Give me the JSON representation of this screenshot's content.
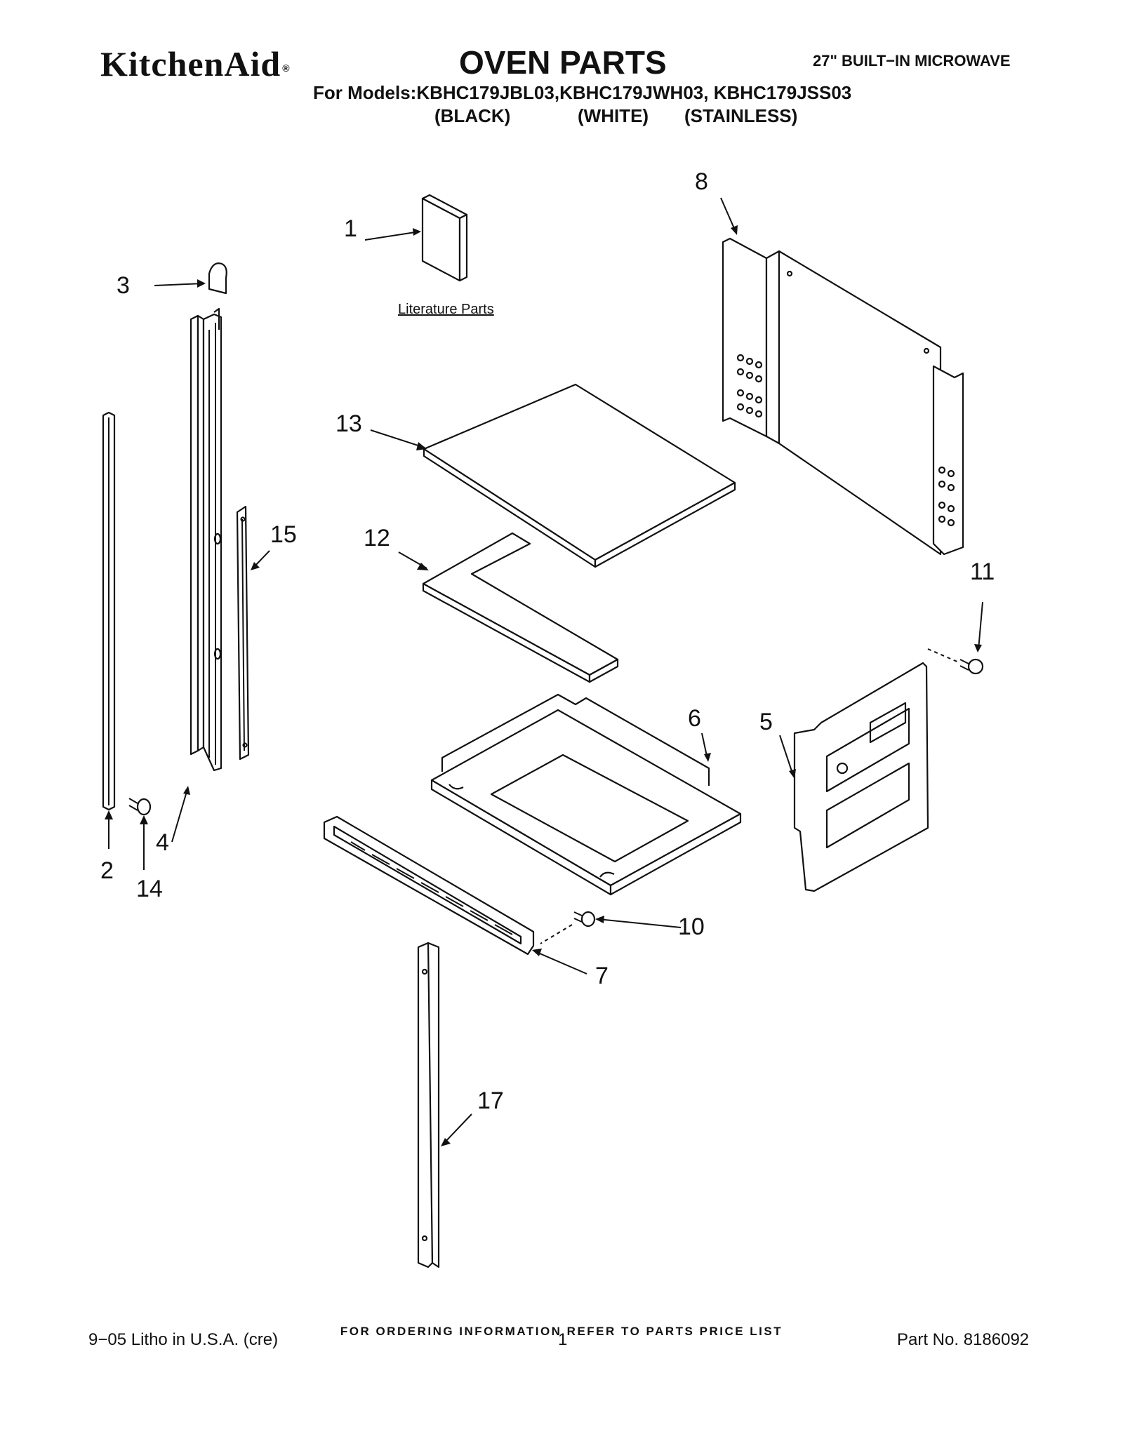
{
  "header": {
    "brand": "KitchenAid",
    "brand_mark": "®",
    "title": "OVEN PARTS",
    "subtitle": "27\" BUILT−IN MICROWAVE",
    "models_line": "For Models:KBHC179JBL03,KBHC179JWH03, KBHC179JSS03",
    "colors": [
      "(BLACK)",
      "(WHITE)",
      "(STAINLESS)"
    ]
  },
  "diagram": {
    "literature_label": "Literature Parts",
    "callouts": [
      "1",
      "2",
      "3",
      "4",
      "5",
      "6",
      "7",
      "8",
      "10",
      "11",
      "12",
      "13",
      "14",
      "15",
      "17"
    ]
  },
  "footer": {
    "ordering_info": "FOR ORDERING INFORMATION REFER TO PARTS PRICE LIST",
    "litho": "9−05 Litho in U.S.A. (cre)",
    "page": "1",
    "part_no": "Part No. 8186092"
  }
}
